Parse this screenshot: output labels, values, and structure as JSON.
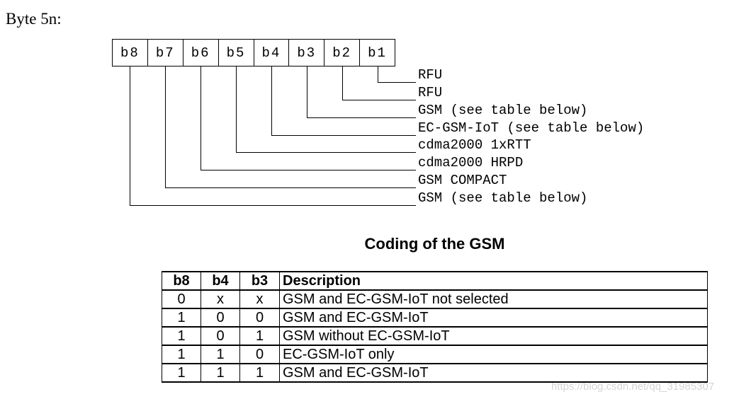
{
  "page": {
    "heading": "Byte 5n:",
    "watermark": "https://blog.csdn.net/qq_31985307"
  },
  "diagram": {
    "bits": [
      "b8",
      "b7",
      "b6",
      "b5",
      "b4",
      "b3",
      "b2",
      "b1"
    ],
    "mappings": [
      {
        "bit": "b1",
        "label": "RFU"
      },
      {
        "bit": "b2",
        "label": "RFU"
      },
      {
        "bit": "b3",
        "label": "GSM (see table below)"
      },
      {
        "bit": "b4",
        "label": "EC-GSM-IoT (see table below)"
      },
      {
        "bit": "b5",
        "label": "cdma2000 1xRTT"
      },
      {
        "bit": "b6",
        "label": "cdma2000 HRPD"
      },
      {
        "bit": "b7",
        "label": "GSM COMPACT"
      },
      {
        "bit": "b8",
        "label": "GSM (see table below)"
      }
    ]
  },
  "coding_table": {
    "title": "Coding of the GSM",
    "headers": [
      "b8",
      "b4",
      "b3",
      "Description"
    ],
    "rows": [
      [
        "0",
        "x",
        "x",
        "GSM and EC-GSM-IoT not selected"
      ],
      [
        "1",
        "0",
        "0",
        "GSM and EC-GSM-IoT"
      ],
      [
        "1",
        "0",
        "1",
        "GSM without EC-GSM-IoT"
      ],
      [
        "1",
        "1",
        "0",
        "EC-GSM-IoT only"
      ],
      [
        "1",
        "1",
        "1",
        "GSM and EC-GSM-IoT"
      ]
    ]
  }
}
